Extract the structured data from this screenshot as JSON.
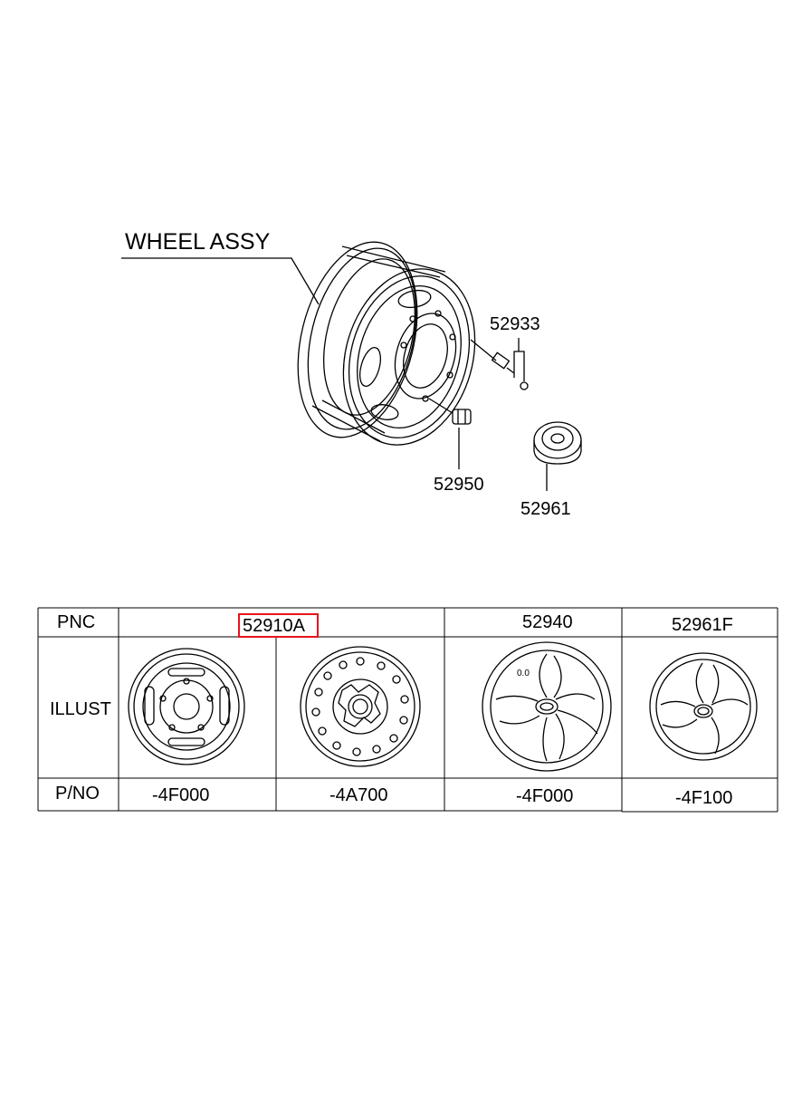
{
  "diagram": {
    "title": "WHEEL ASSY",
    "callouts": {
      "valve": "52933",
      "nut": "52950",
      "cap": "52961"
    }
  },
  "table": {
    "row_labels": {
      "pnc": "PNC",
      "illust": "ILLUST",
      "pno": "P/NO"
    },
    "pnc": {
      "wheel": "52910A",
      "cover": "52940",
      "cap": "52961F"
    },
    "pno": [
      "-4F000",
      "-4A700",
      "-4F000",
      "-4F100"
    ],
    "cover_mark": "0.0"
  },
  "colors": {
    "highlight": "#e8141b",
    "line": "#000000"
  }
}
